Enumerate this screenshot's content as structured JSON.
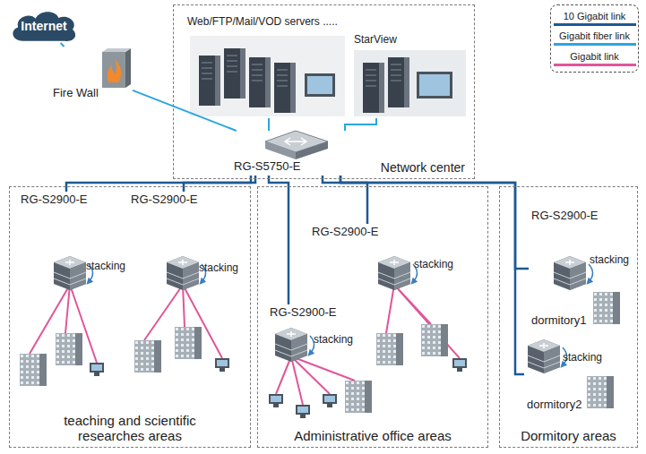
{
  "diagram": {
    "nodes": [
      {
        "text": [
          "Internet"
        ]
      },
      {
        "text": [
          "Fire Wall"
        ]
      },
      {
        "text": [
          "Network center"
        ]
      },
      {
        "text": [
          "Web/FTP/Mail/VOD servers ....."
        ],
        "in": 2
      },
      {
        "text": [
          "StarView"
        ],
        "in": 2
      },
      {
        "text": [
          "RG-S5750-E"
        ],
        "in": 2
      },
      {
        "text": [
          "teaching and scientific researches areas"
        ]
      },
      {
        "text": [
          "RG-S2900-E"
        ],
        "in": 6
      },
      {
        "text": [
          "RG-S2900-E"
        ],
        "in": 6
      },
      {
        "text": [
          "Administrative office areas"
        ]
      },
      {
        "text": [
          "RG-S2900-E"
        ],
        "in": 9
      },
      {
        "text": [
          "RG-S2900-E"
        ],
        "in": 9
      },
      {
        "text": [
          "Dormitory areas"
        ]
      },
      {
        "text": [
          "RG-S2900-E",
          "dormitory1"
        ],
        "in": 12
      },
      {
        "text": [
          "dormitory2"
        ],
        "in": 12
      }
    ],
    "edges": [
      {
        "from": 0,
        "to": 1,
        "arrow": "none"
      },
      {
        "from": 1,
        "to": 5,
        "arrow": "none"
      },
      {
        "from": 3,
        "to": 5,
        "arrow": "none"
      },
      {
        "from": 4,
        "to": 5,
        "arrow": "none"
      },
      {
        "from": 5,
        "to": 7,
        "arrow": "none"
      },
      {
        "from": 5,
        "to": 8,
        "arrow": "none"
      },
      {
        "from": 5,
        "to": 10,
        "arrow": "none"
      },
      {
        "from": 5,
        "to": 11,
        "arrow": "none"
      },
      {
        "from": 5,
        "to": 13,
        "arrow": "none"
      },
      {
        "from": 5,
        "to": 14,
        "arrow": "none"
      }
    ],
    "labels": [
      "stacking",
      "stacking",
      "stacking",
      "stacking",
      "stacking",
      "stacking"
    ],
    "legend": [
      {
        "text": "10 Gigabit link"
      },
      {
        "text": "Gigabit fiber link"
      },
      {
        "text": "Gigabit link"
      }
    ]
  }
}
